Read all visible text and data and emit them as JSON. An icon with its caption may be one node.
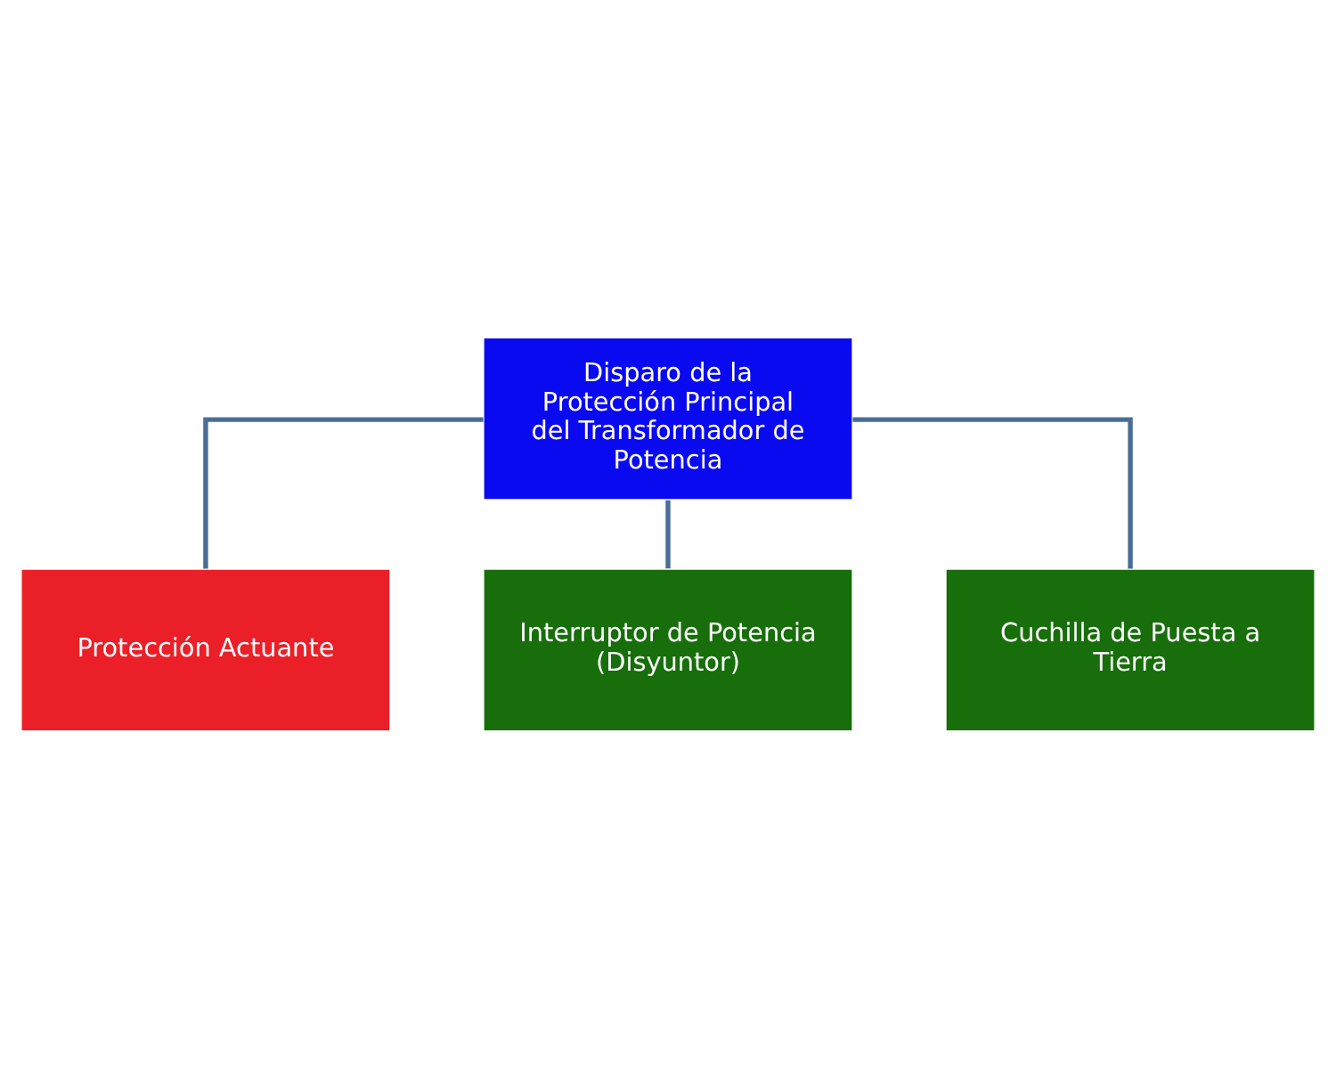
{
  "diagram": {
    "nodes": [
      {
        "text": [
          "Disparo de la Protección Principal del Transformador de Potencia"
        ]
      },
      {
        "text": [
          "Protección Actuante"
        ]
      },
      {
        "text": [
          "Interruptor de Potencia (Disyuntor)"
        ]
      },
      {
        "text": [
          "Cuchilla de Puesta a Tierra"
        ]
      }
    ],
    "edges": [
      {
        "from": 0,
        "to": 1,
        "arrow": "none"
      },
      {
        "from": 0,
        "to": 2,
        "arrow": "none"
      },
      {
        "from": 0,
        "to": 3,
        "arrow": "none"
      }
    ]
  }
}
